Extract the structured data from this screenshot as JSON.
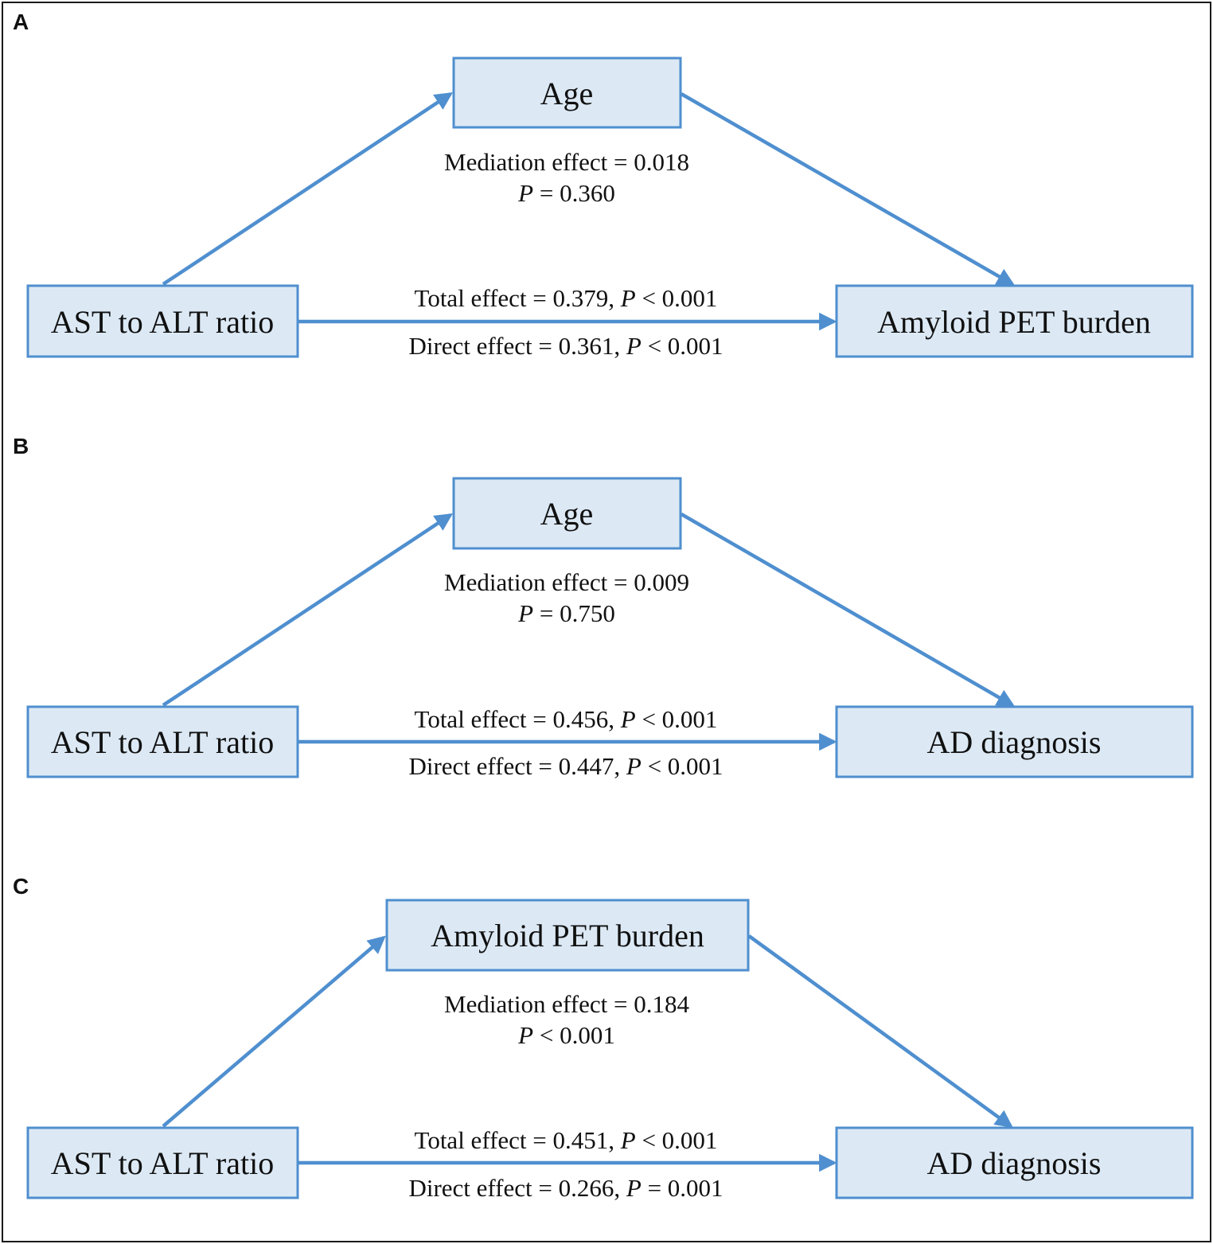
{
  "panels": [
    {
      "letter": "A",
      "mediator": "Age",
      "predictor": "AST to ALT ratio",
      "outcome": "Amyloid PET burden",
      "mediation": {
        "prefix": "Mediation effect = ",
        "value": "0.018",
        "p_symbol": "P",
        "p_rest": " = 0.360"
      },
      "total": {
        "prefix": "Total effect = 0.379, ",
        "p_symbol": "P",
        "p_rest": " < 0.001"
      },
      "direct": {
        "prefix": "Direct effect = 0.361, ",
        "p_symbol": "P",
        "p_rest": " < 0.001"
      }
    },
    {
      "letter": "B",
      "mediator": "Age",
      "predictor": "AST to ALT ratio",
      "outcome": "AD diagnosis",
      "mediation": {
        "prefix": "Mediation effect = ",
        "value": "0.009",
        "p_symbol": "P",
        "p_rest": " = 0.750"
      },
      "total": {
        "prefix": "Total effect = 0.456, ",
        "p_symbol": "P",
        "p_rest": " < 0.001"
      },
      "direct": {
        "prefix": "Direct effect = 0.447, ",
        "p_symbol": "P",
        "p_rest": " < 0.001"
      }
    },
    {
      "letter": "C",
      "mediator": "Amyloid PET burden",
      "predictor": "AST to ALT ratio",
      "outcome": "AD diagnosis",
      "mediation": {
        "prefix": "Mediation effect = ",
        "value": "0.184",
        "p_symbol": "P",
        "p_rest": " < 0.001"
      },
      "total": {
        "prefix": "Total effect = 0.451, ",
        "p_symbol": "P",
        "p_rest": " < 0.001"
      },
      "direct": {
        "prefix": "Direct effect = 0.266, ",
        "p_symbol": "P",
        "p_rest": " = 0.001"
      }
    }
  ],
  "colors": {
    "box_fill": "#dce9f5",
    "box_stroke": "#4f8fcf",
    "arrow": "#4f8fcf"
  }
}
